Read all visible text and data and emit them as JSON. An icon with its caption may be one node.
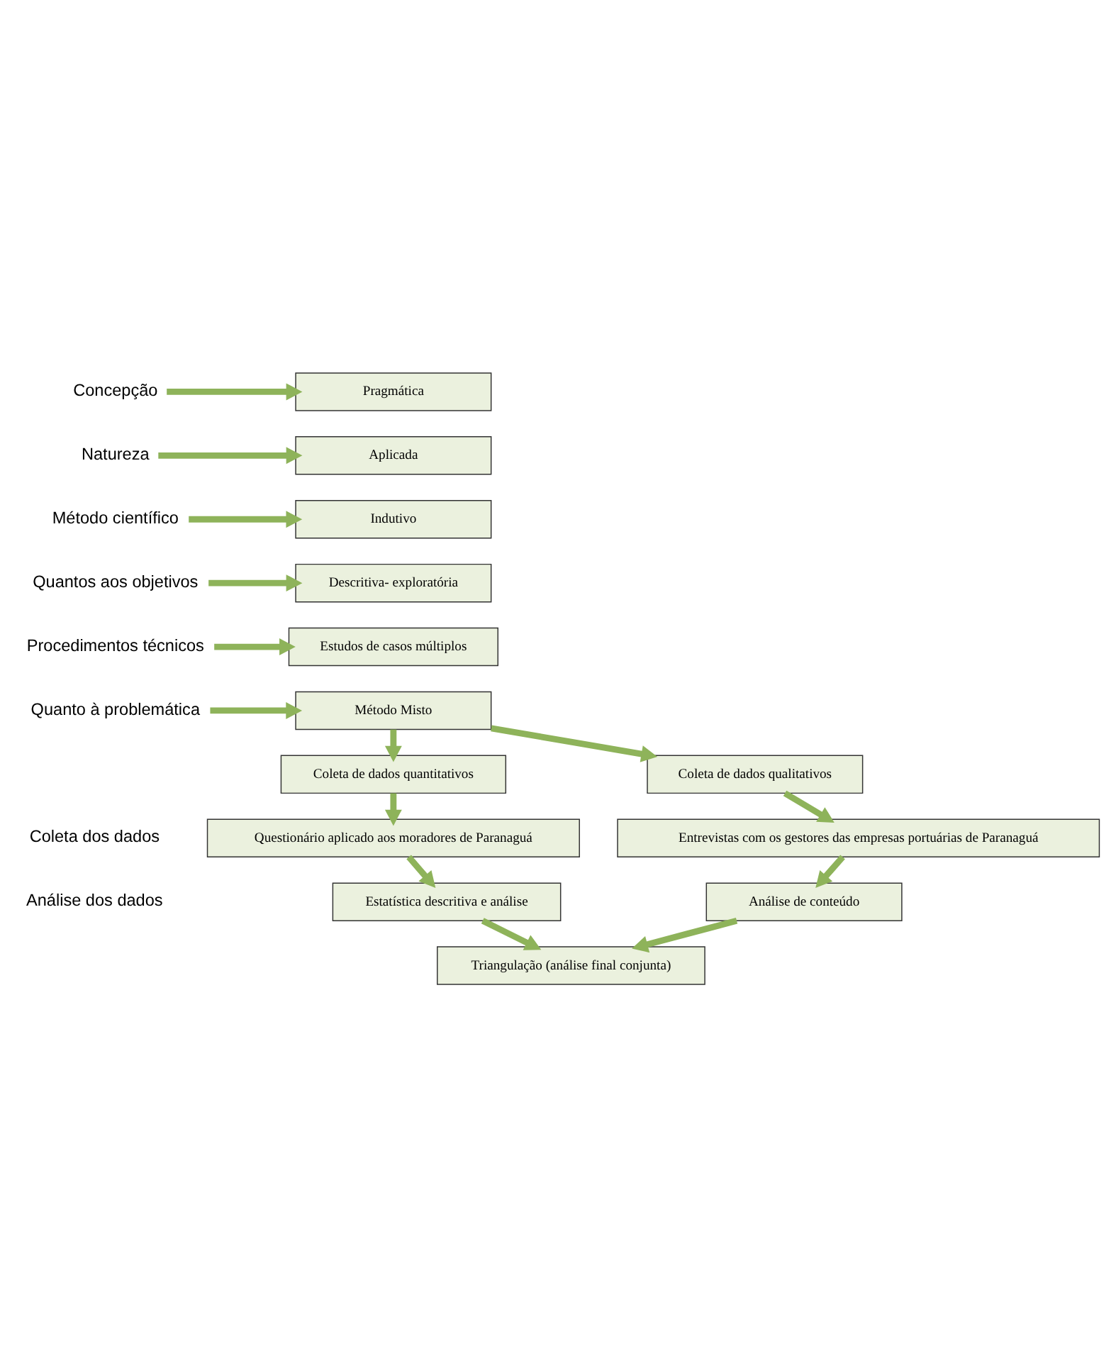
{
  "diagram": {
    "nodes": [
      {
        "text": [
          "Concepção"
        ]
      },
      {
        "text": [
          "Pragmática"
        ]
      },
      {
        "text": [
          "Natureza"
        ]
      },
      {
        "text": [
          "Aplicada"
        ]
      },
      {
        "text": [
          "Método científico"
        ]
      },
      {
        "text": [
          "Indutivo"
        ]
      },
      {
        "text": [
          "Quantos aos objetivos"
        ]
      },
      {
        "text": [
          "Descritiva- exploratória"
        ]
      },
      {
        "text": [
          "Procedimentos técnicos"
        ]
      },
      {
        "text": [
          "Estudos de casos múltiplos"
        ]
      },
      {
        "text": [
          "Quanto à problemática"
        ]
      },
      {
        "text": [
          "Método Misto"
        ]
      },
      {
        "text": [
          "Coleta de dados quantitativos"
        ]
      },
      {
        "text": [
          "Coleta de dados qualitativos"
        ]
      },
      {
        "text": [
          "Questionário aplicado aos moradores de Paranaguá"
        ]
      },
      {
        "text": [
          "Entrevistas com os gestores das empresas portuárias de Paranaguá"
        ]
      },
      {
        "text": [
          "Estatística descritiva e análise"
        ]
      },
      {
        "text": [
          "Análise de conteúdo"
        ]
      },
      {
        "text": [
          "Triangulação (análise final conjunta)"
        ]
      }
    ],
    "edges": [
      {
        "from": 0,
        "to": 1,
        "arrow": "to"
      },
      {
        "from": 2,
        "to": 3,
        "arrow": "to"
      },
      {
        "from": 4,
        "to": 5,
        "arrow": "to"
      },
      {
        "from": 6,
        "to": 7,
        "arrow": "to"
      },
      {
        "from": 8,
        "to": 9,
        "arrow": "to"
      },
      {
        "from": 10,
        "to": 11,
        "arrow": "to"
      },
      {
        "from": 11,
        "to": 12,
        "arrow": "to"
      },
      {
        "from": 11,
        "to": 13,
        "arrow": "to"
      },
      {
        "from": 12,
        "to": 14,
        "arrow": "to"
      },
      {
        "from": 13,
        "to": 15,
        "arrow": "to"
      },
      {
        "from": 14,
        "to": 16,
        "arrow": "to"
      },
      {
        "from": 15,
        "to": 17,
        "arrow": "to"
      },
      {
        "from": 16,
        "to": 18,
        "arrow": "to"
      },
      {
        "from": 17,
        "to": 18,
        "arrow": "to"
      }
    ],
    "labels": [
      "Coleta dos dados",
      "Análise dos dados"
    ]
  }
}
